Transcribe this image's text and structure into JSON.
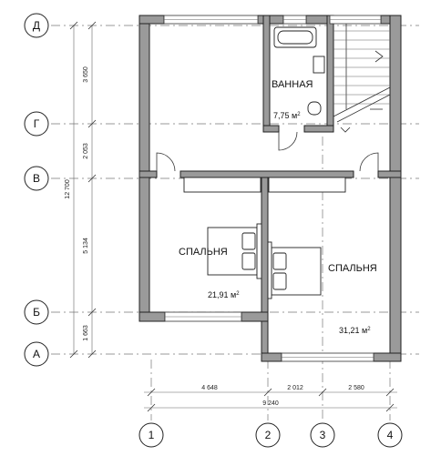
{
  "axes": {
    "horizontal": [
      "Д",
      "Г",
      "В",
      "Б",
      "А"
    ],
    "vertical": [
      "1",
      "2",
      "3",
      "4"
    ]
  },
  "rooms": {
    "bathroom": {
      "name": "ВАННАЯ",
      "area_value": "7,75 м",
      "area_exp": "2"
    },
    "bedroom_left": {
      "name": "СПАЛЬНЯ",
      "area_value": "21,91 м",
      "area_exp": "2"
    },
    "bedroom_right": {
      "name": "СПАЛЬНЯ",
      "area_value": "31,21 м",
      "area_exp": "2"
    }
  },
  "dimensions": {
    "left_chain": [
      "3 650",
      "2 053",
      "5 134",
      "1 663"
    ],
    "left_total": "12 700",
    "bottom_chain": [
      "4 648",
      "2 012",
      "2 580"
    ],
    "bottom_total": "9 240"
  }
}
